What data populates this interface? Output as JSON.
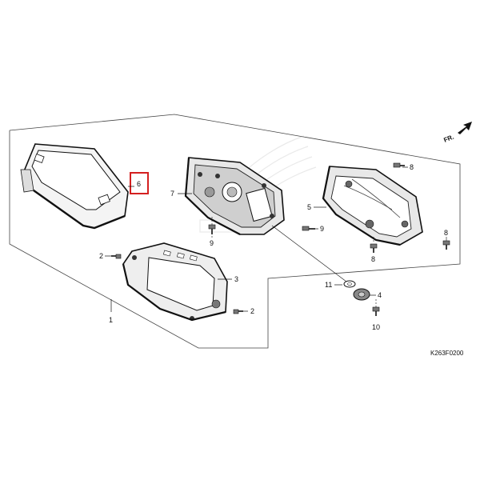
{
  "direction_label": "FR.",
  "reference_code": "K263F0200",
  "highlight_color": "#d42020",
  "callouts": {
    "p1": "1",
    "p2a": "2",
    "p2b": "2",
    "p3": "3",
    "p4": "4",
    "p5": "5",
    "p6": "6",
    "p7": "7",
    "p8a": "8",
    "p8b": "8",
    "p8c": "8",
    "p9a": "9",
    "p9b": "9",
    "p10": "10",
    "p11": "11"
  },
  "icons": [
    "front-direction-arrow-icon",
    "brand-wing-watermark-icon",
    "screw-icon",
    "washer-icon",
    "grommet-icon"
  ]
}
